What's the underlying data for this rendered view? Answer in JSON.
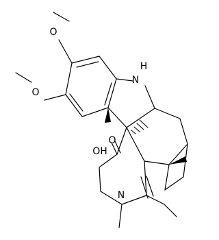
{
  "labels": {
    "o_top": "O",
    "o_left": "O",
    "nh": "N",
    "nh_h": "H",
    "n_lower": "N",
    "o_center": "O",
    "oh": "OH"
  },
  "colors": {
    "ink": "#000000",
    "background": "#ffffff"
  }
}
